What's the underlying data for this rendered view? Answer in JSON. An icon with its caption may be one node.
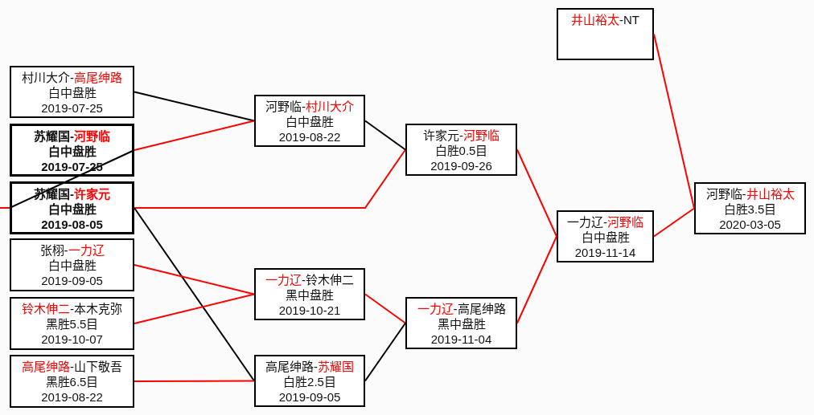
{
  "diagram": {
    "nodes": [
      {
        "text": [
          "村川大介-高尾绅路",
          "白中盘胜",
          "2019-07-25"
        ]
      },
      {
        "text": [
          "苏耀国-河野临",
          "白中盘胜",
          "2019-07-25"
        ]
      },
      {
        "text": [
          "苏耀国-许家元",
          "白中盘胜",
          "2019-08-05"
        ]
      },
      {
        "text": [
          "张栩-一力辽",
          "白中盘胜",
          "2019-09-05"
        ]
      },
      {
        "text": [
          "铃木伸二-本木克弥",
          "黑胜5.5目",
          "2019-10-07"
        ]
      },
      {
        "text": [
          "高尾绅路-山下敬吾",
          "黑胜6.5目",
          "2019-08-22"
        ]
      },
      {
        "text": [
          "河野临-村川大介",
          "白中盘胜",
          "2019-08-22"
        ]
      },
      {
        "text": [
          "一力辽-铃木伸二",
          "黑中盘胜",
          "2019-10-21"
        ]
      },
      {
        "text": [
          "高尾绅路-苏耀国",
          "白胜2.5目",
          "2019-09-05"
        ]
      },
      {
        "text": [
          "许家元-河野临",
          "白胜0.5目",
          "2019-09-26"
        ]
      },
      {
        "text": [
          "一力辽-高尾绅路",
          "黑中盘胜",
          "2019-11-04"
        ]
      },
      {
        "text": [
          "井山裕太-NT"
        ]
      },
      {
        "text": [
          "一力辽-河野临",
          "白中盘胜",
          "2019-11-14"
        ]
      },
      {
        "text": [
          "河野临-井山裕太",
          "白胜3.5目",
          "2020-03-05"
        ]
      }
    ],
    "edges": [
      {
        "from": null,
        "to": 2,
        "arrow": "none"
      },
      {
        "from": 0,
        "to": 6,
        "arrow": "none",
        "color": "#000000"
      },
      {
        "from": 1,
        "to": 6,
        "arrow": "none"
      },
      {
        "from": 1,
        "to": 2,
        "arrow": "none",
        "color": "#000000"
      },
      {
        "from": 2,
        "to": 9,
        "arrow": "none"
      },
      {
        "from": 2,
        "to": 8,
        "arrow": "none",
        "color": "#000000"
      },
      {
        "from": 3,
        "to": 7,
        "arrow": "none"
      },
      {
        "from": 4,
        "to": 7,
        "arrow": "none"
      },
      {
        "from": 5,
        "to": 8,
        "arrow": "none"
      },
      {
        "from": 6,
        "to": 9,
        "arrow": "none",
        "color": "#000000"
      },
      {
        "from": 7,
        "to": 10,
        "arrow": "none"
      },
      {
        "from": 8,
        "to": 10,
        "arrow": "none",
        "color": "#000000"
      },
      {
        "from": 9,
        "to": 12,
        "arrow": "none"
      },
      {
        "from": 10,
        "to": 12,
        "arrow": "none"
      },
      {
        "from": 11,
        "to": 13,
        "arrow": "none"
      },
      {
        "from": 12,
        "to": 13,
        "arrow": "none"
      }
    ]
  }
}
